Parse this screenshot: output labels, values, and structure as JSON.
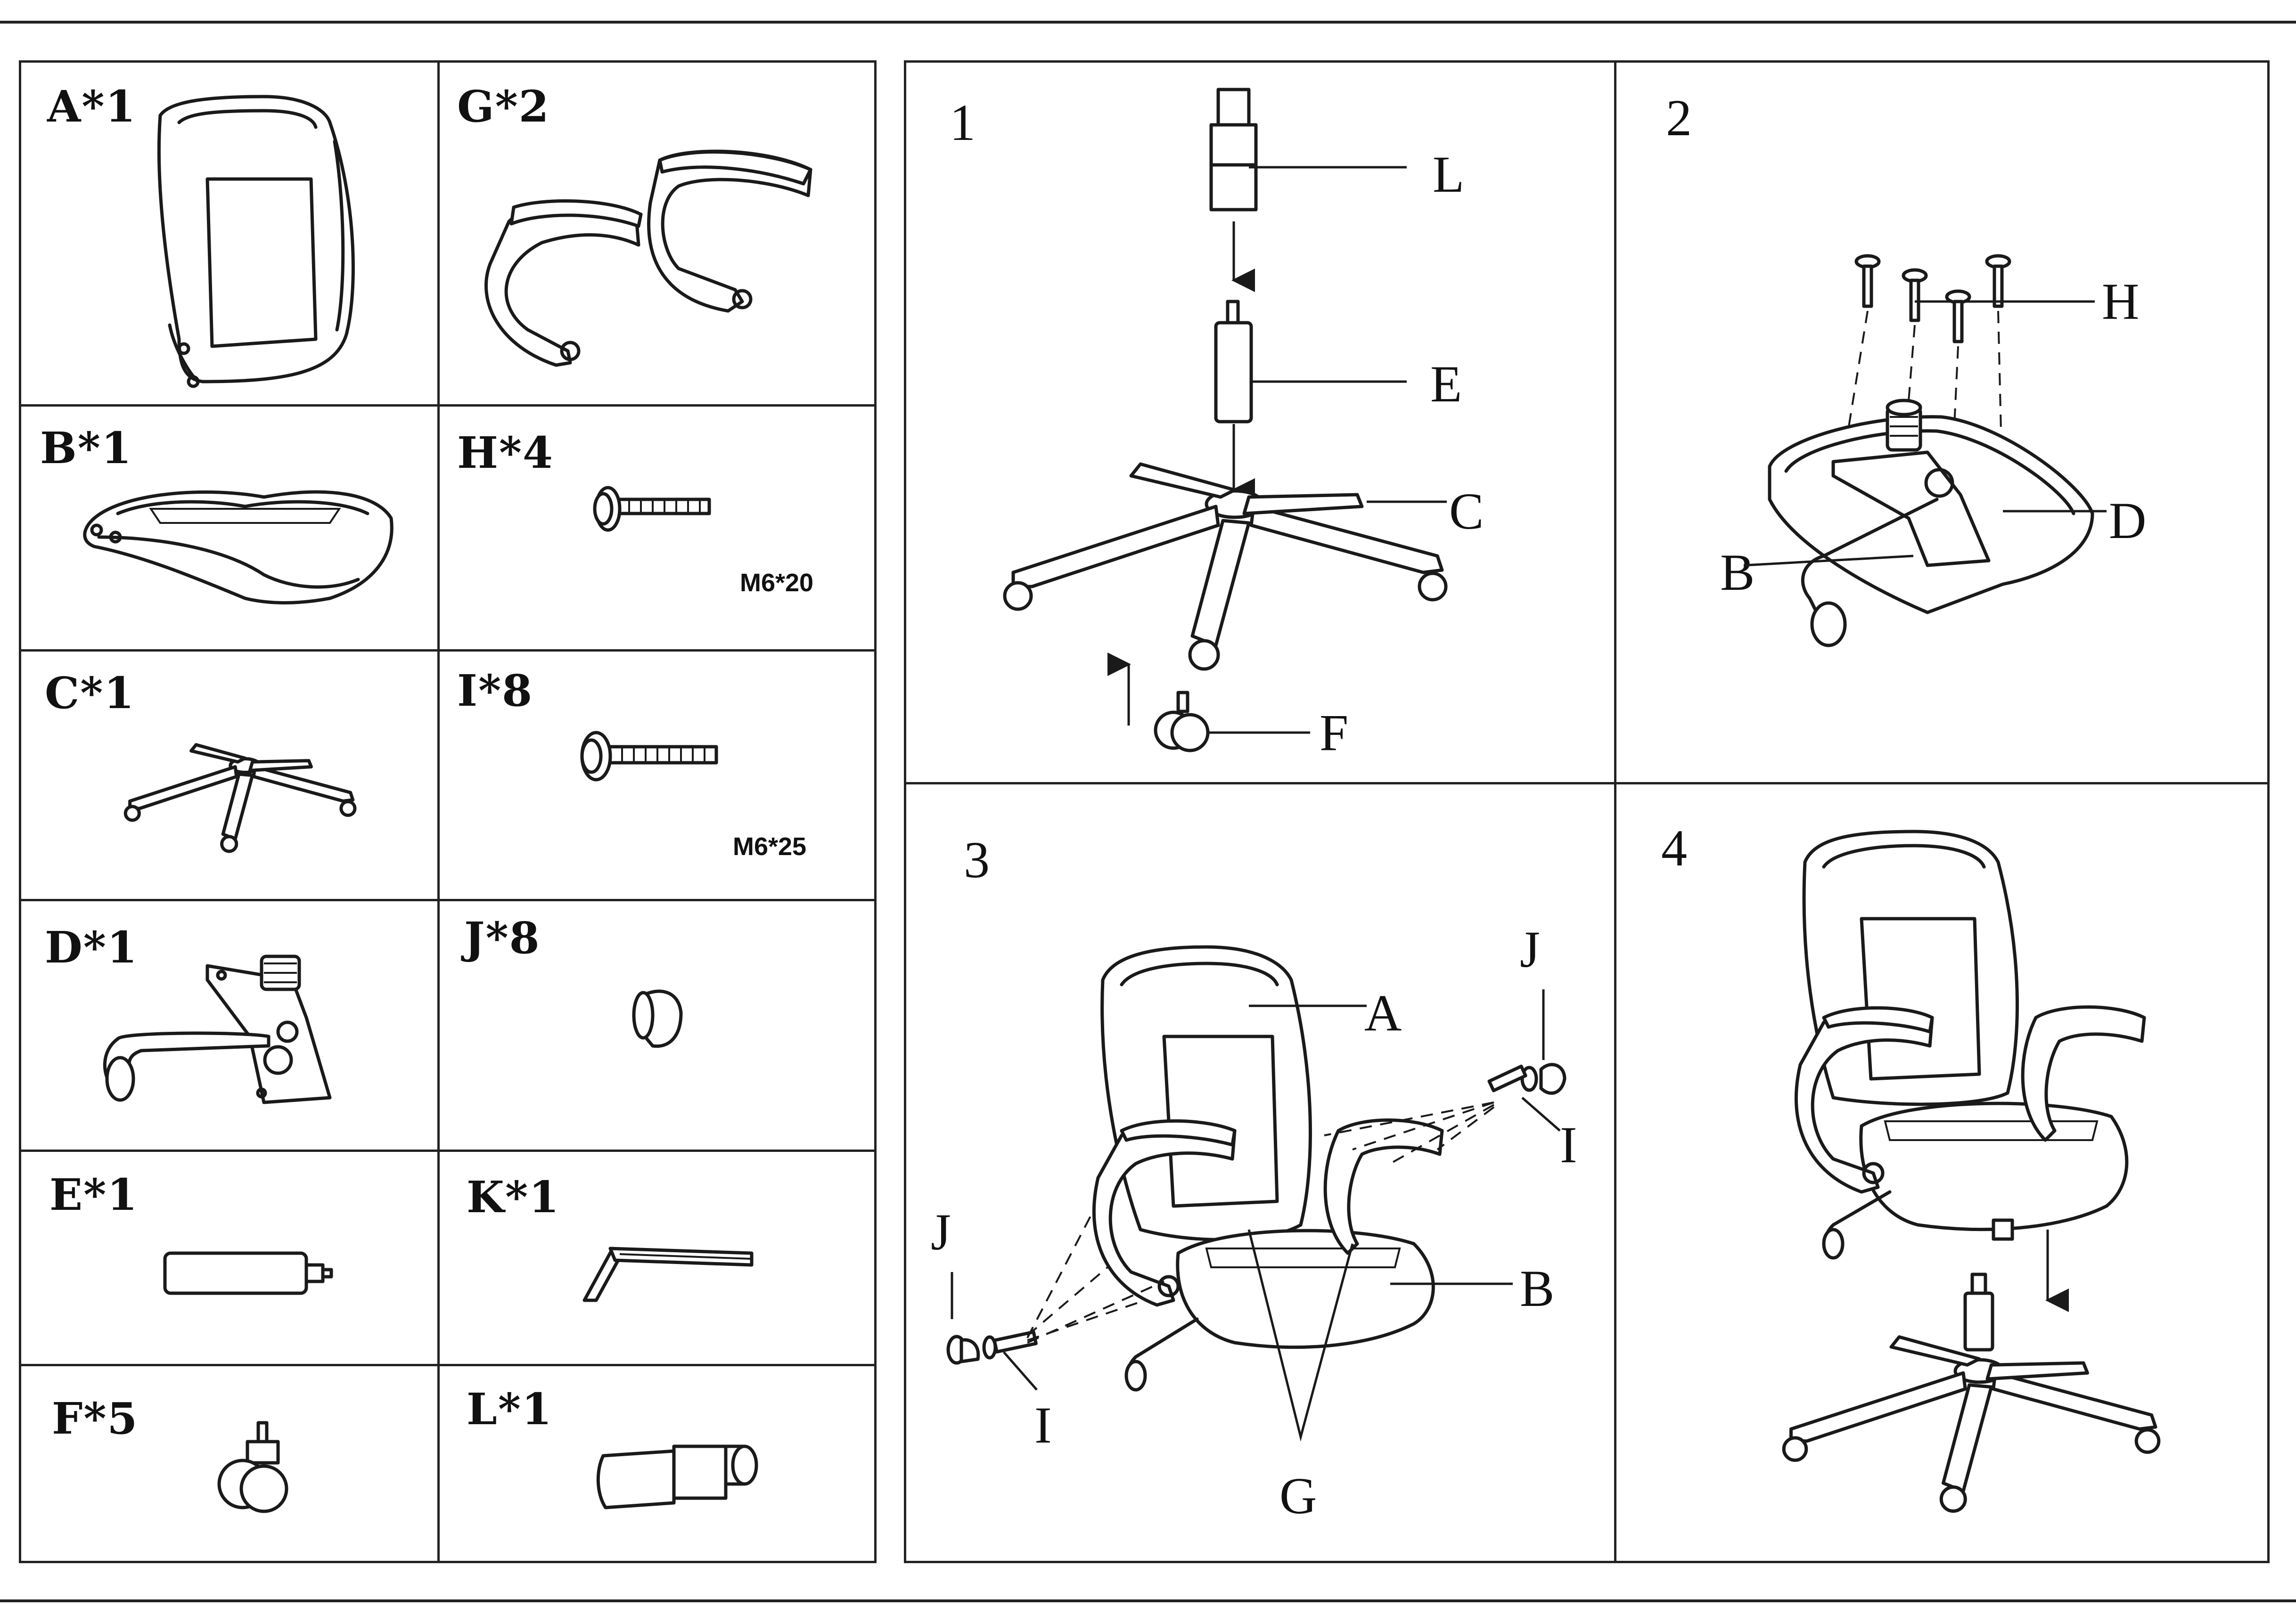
{
  "parts": [
    {
      "id": "A",
      "label": "A*1"
    },
    {
      "id": "G",
      "label": "G*2"
    },
    {
      "id": "B",
      "label": "B*1"
    },
    {
      "id": "H",
      "label": "H*4",
      "spec": "M6*20"
    },
    {
      "id": "C",
      "label": "C*1"
    },
    {
      "id": "I",
      "label": "I*8",
      "spec": "M6*25"
    },
    {
      "id": "D",
      "label": "D*1"
    },
    {
      "id": "J",
      "label": "J*8"
    },
    {
      "id": "E",
      "label": "E*1"
    },
    {
      "id": "K",
      "label": "K*1"
    },
    {
      "id": "F",
      "label": "F*5"
    },
    {
      "id": "L",
      "label": "L*1"
    }
  ],
  "steps": [
    {
      "number": "1",
      "callouts": {
        "L": "L",
        "E": "E",
        "C": "C",
        "F": "F"
      }
    },
    {
      "number": "2",
      "callouts": {
        "H": "H",
        "D": "D",
        "B": "B"
      }
    },
    {
      "number": "3",
      "callouts": {
        "A": "A",
        "J1": "J",
        "I1": "I",
        "B": "B",
        "J2": "J",
        "I2": "I",
        "G": "G"
      }
    },
    {
      "number": "4"
    }
  ]
}
